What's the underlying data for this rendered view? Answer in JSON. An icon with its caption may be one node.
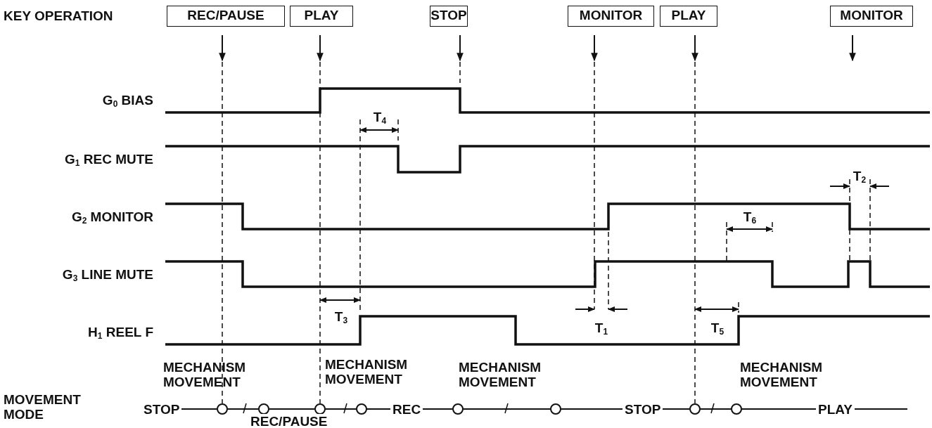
{
  "diagram": {
    "nodes": [
      {
        "text": [
          "REC/PAUSE"
        ]
      },
      {
        "text": [
          "PLAY"
        ]
      },
      {
        "text": [
          "STOP"
        ]
      },
      {
        "text": [
          "MONITOR"
        ]
      },
      {
        "text": [
          "PLAY"
        ]
      },
      {
        "text": [
          "MONITOR"
        ]
      }
    ],
    "edges": [
      {
        "from": 0,
        "to": null,
        "arrow": "to"
      },
      {
        "from": 1,
        "to": null,
        "arrow": "to"
      },
      {
        "from": 2,
        "to": null,
        "arrow": "to"
      },
      {
        "from": 3,
        "to": null,
        "arrow": "to"
      },
      {
        "from": 4,
        "to": null,
        "arrow": "to"
      },
      {
        "from": 5,
        "to": null,
        "arrow": "to"
      }
    ],
    "labels": [
      "KEY OPERATION",
      "G$_{0}$ BIAS",
      "T$_{4}$",
      "G$_{1}$ REC MUTE",
      "T$_{2}$",
      "G$_{2}$ MONITOR",
      "T$_{6}$",
      "G$_{3}$ LINE MUTE",
      "T$_{3}$",
      "H$_{1}$ REEL F",
      "T$_{1}$",
      "T$_{5}$",
      "MECHANISM MOVEMENT",
      "MECHANISM MOVEMENT",
      "MECHANISM MOVEMENT",
      "MECHANISM MOVEMENT",
      "MOVEMENT MODE",
      "STOP",
      "REC",
      "STOP",
      "PLAY",
      "REC/PAUSE"
    ]
  }
}
